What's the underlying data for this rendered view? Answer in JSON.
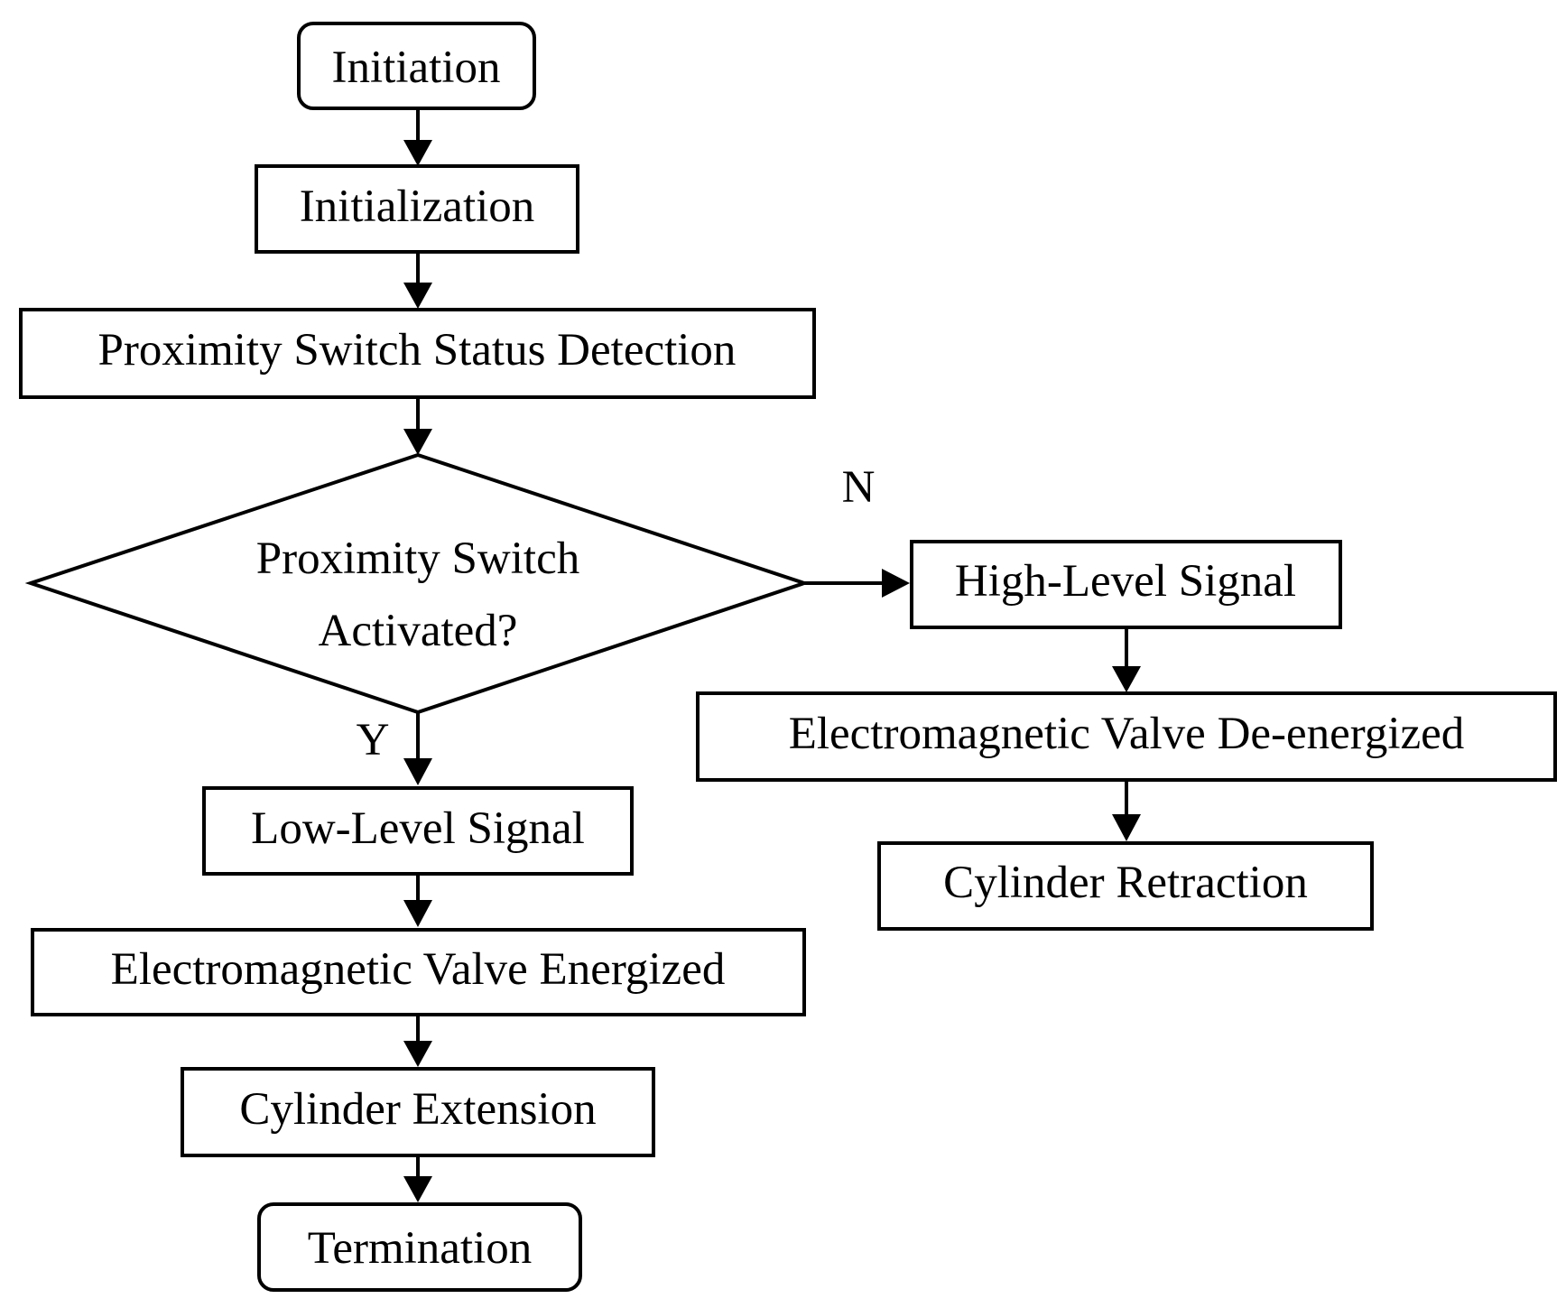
{
  "flowchart": {
    "nodes": {
      "initiation": "Initiation",
      "initialization": "Initialization",
      "detection": "Proximity Switch Status Detection",
      "decision_line1": "Proximity Switch",
      "decision_line2": "Activated?",
      "low_signal": "Low-Level Signal",
      "valve_energized": "Electromagnetic Valve Energized",
      "cylinder_extension": "Cylinder Extension",
      "termination": "Termination",
      "high_signal": "High-Level Signal",
      "valve_deenergized": "Electromagnetic Valve De-energized",
      "cylinder_retraction": "Cylinder Retraction"
    },
    "branch_labels": {
      "yes": "Y",
      "no": "N"
    },
    "colors": {
      "stroke": "#000000",
      "fill": "#ffffff",
      "text": "#000000"
    }
  }
}
